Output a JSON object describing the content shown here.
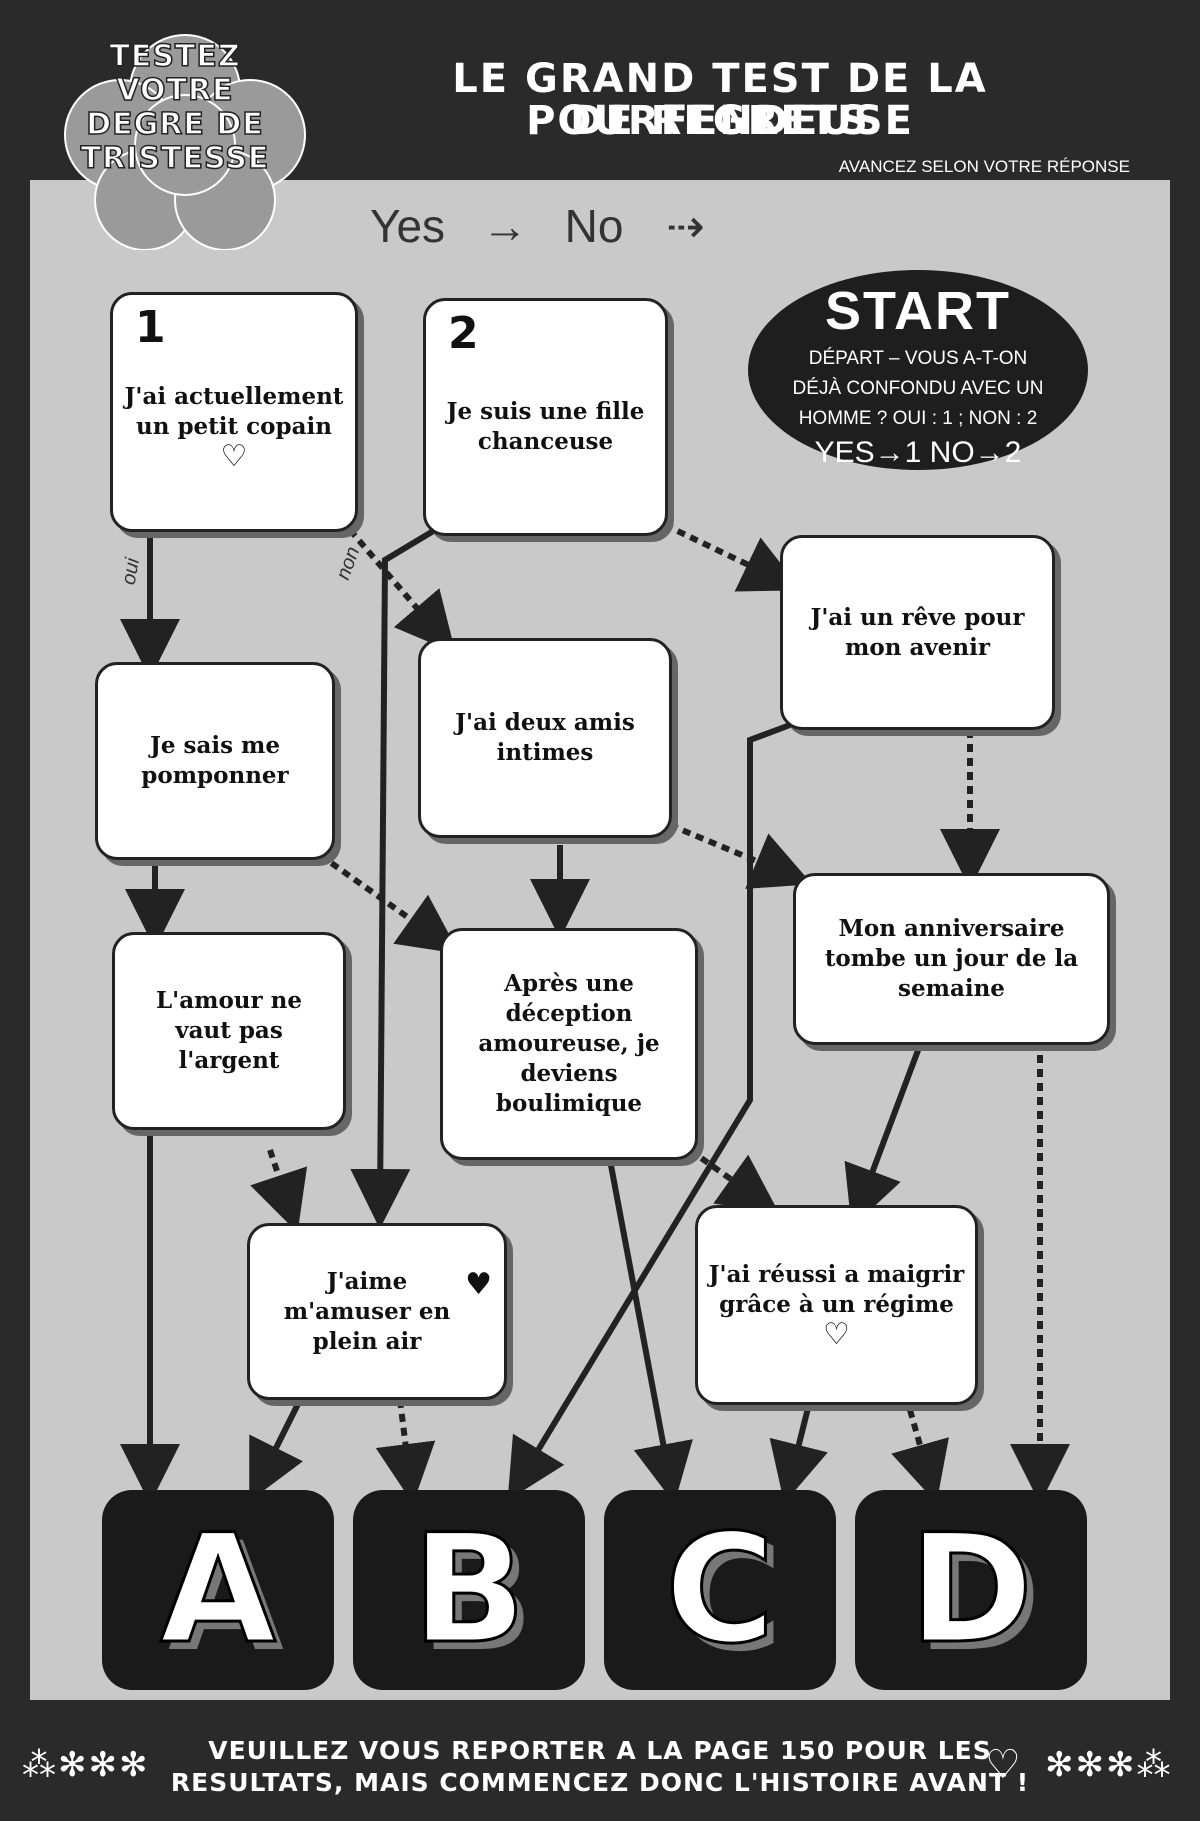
{
  "badge": {
    "text_lines": [
      "TESTEZ",
      "VOTRE",
      "DEGRE DE",
      "TRISTESSE"
    ]
  },
  "header": {
    "title_line1": "LE GRAND TEST DE LA POURFENDEUSE",
    "title_line2": "DE REGRETS",
    "subtitle": "AVANCEZ SELON VOTRE RÉPONSE"
  },
  "legend": {
    "yes": "Yes",
    "no": "No",
    "yes_arrow": "→",
    "no_arrow": "⇢"
  },
  "start": {
    "title": "START",
    "line1": "DÉPART – VOUS A-T-ON",
    "line2": "DÉJÀ CONFONDU AVEC UN",
    "line3": "HOMME ? OUI : 1 ; NON : 2",
    "yes_no": "YES→1 NO→2"
  },
  "questions": {
    "q1": {
      "number": "1",
      "text": "J'ai actuellement un petit copain",
      "heart": "♡"
    },
    "q2": {
      "number": "2",
      "text": "Je suis une fille chanceuse"
    },
    "reve": {
      "text": "J'ai un rêve pour mon avenir"
    },
    "pomponner": {
      "text": "Je sais me pomponner"
    },
    "amis": {
      "text": "J'ai deux amis intimes"
    },
    "anniversaire": {
      "text": "Mon anniversaire tombe un jour de la semaine"
    },
    "amour": {
      "text": "L'amour ne vaut pas l'argent"
    },
    "deception": {
      "text": "Après une déception amoureuse, je deviens boulimique"
    },
    "plein_air": {
      "text": "J'aime m'amuser en plein air",
      "heart": "♥"
    },
    "regime": {
      "text": "J'ai réussi a maigrir grâce à un régime",
      "heart": "♡"
    }
  },
  "labels": {
    "oui": "oui",
    "non": "non"
  },
  "results": [
    "A",
    "B",
    "C",
    "D"
  ],
  "footer": {
    "line1": "VEUILLEZ VOUS REPORTER A LA PAGE 150 POUR LES",
    "line2": "RESULTATS, MAIS COMMENCEZ DONC L'HISTOIRE AVANT !",
    "heart": "♡",
    "stars_left": "⁂✻✻✻",
    "stars_right": "✻✻✻⁂"
  }
}
